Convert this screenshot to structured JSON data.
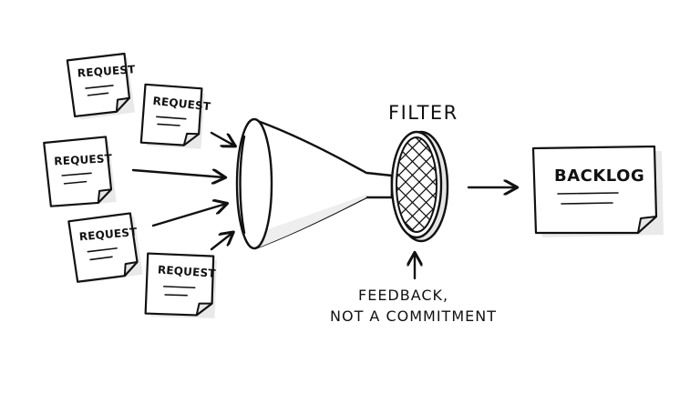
{
  "request_notes": [
    {
      "label": "REQUEST"
    },
    {
      "label": "REQUEST"
    },
    {
      "label": "REQUEST"
    },
    {
      "label": "REQUEST"
    },
    {
      "label": "REQUEST"
    }
  ],
  "filter": {
    "label": "FILTER"
  },
  "backlog": {
    "label": "BACKLOG"
  },
  "caption": {
    "line1": "FEEDBACK,",
    "line2": "NOT A COMMITMENT"
  },
  "colors": {
    "ink": "#111111",
    "paper": "#ffffff",
    "shading": "#e6e6e6"
  }
}
